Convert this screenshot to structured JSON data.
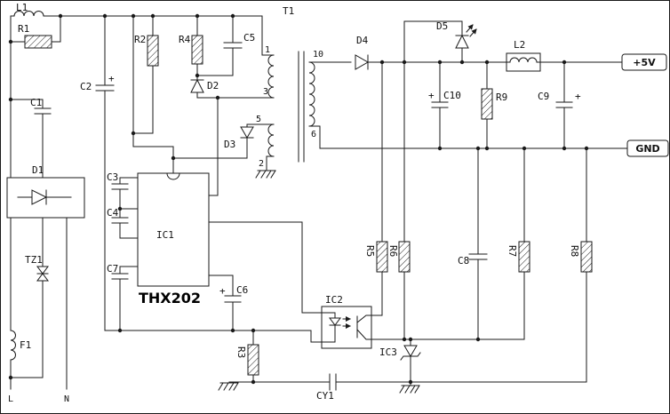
{
  "schematic": {
    "colors": {
      "wire": "#1a1a1a",
      "background": "#ffffff"
    },
    "plus": "+",
    "input": {
      "L1": "L1",
      "R1": "R1",
      "C1": "C1",
      "C2": "C2",
      "D1": "D1",
      "TZ1": "TZ1",
      "F1": "F1",
      "line": "L",
      "neutral": "N"
    },
    "primary": {
      "R2": "R2",
      "R4": "R4",
      "C5": "C5",
      "D2": "D2",
      "D3": "D3",
      "C3": "C3",
      "C4": "C4",
      "C7": "C7",
      "C6": "C6",
      "R3": "R3",
      "ic1_ref": "IC1",
      "ic1_part": "THX202"
    },
    "transformer": {
      "ref": "T1",
      "pin1": "1",
      "pin3": "3",
      "pin5": "5",
      "pin2": "2",
      "pin10": "10",
      "pin6": "6"
    },
    "secondary": {
      "D4": "D4",
      "D5": "D5",
      "C10": "C10",
      "R9": "R9",
      "L2": "L2",
      "C9": "C9",
      "vout": "+5V",
      "gnd": "GND"
    },
    "feedback": {
      "R5": "R5",
      "R6": "R6",
      "C8": "C8",
      "R7": "R7",
      "R8": "R8",
      "IC2": "IC2",
      "IC3": "IC3",
      "CY1": "CY1"
    }
  }
}
